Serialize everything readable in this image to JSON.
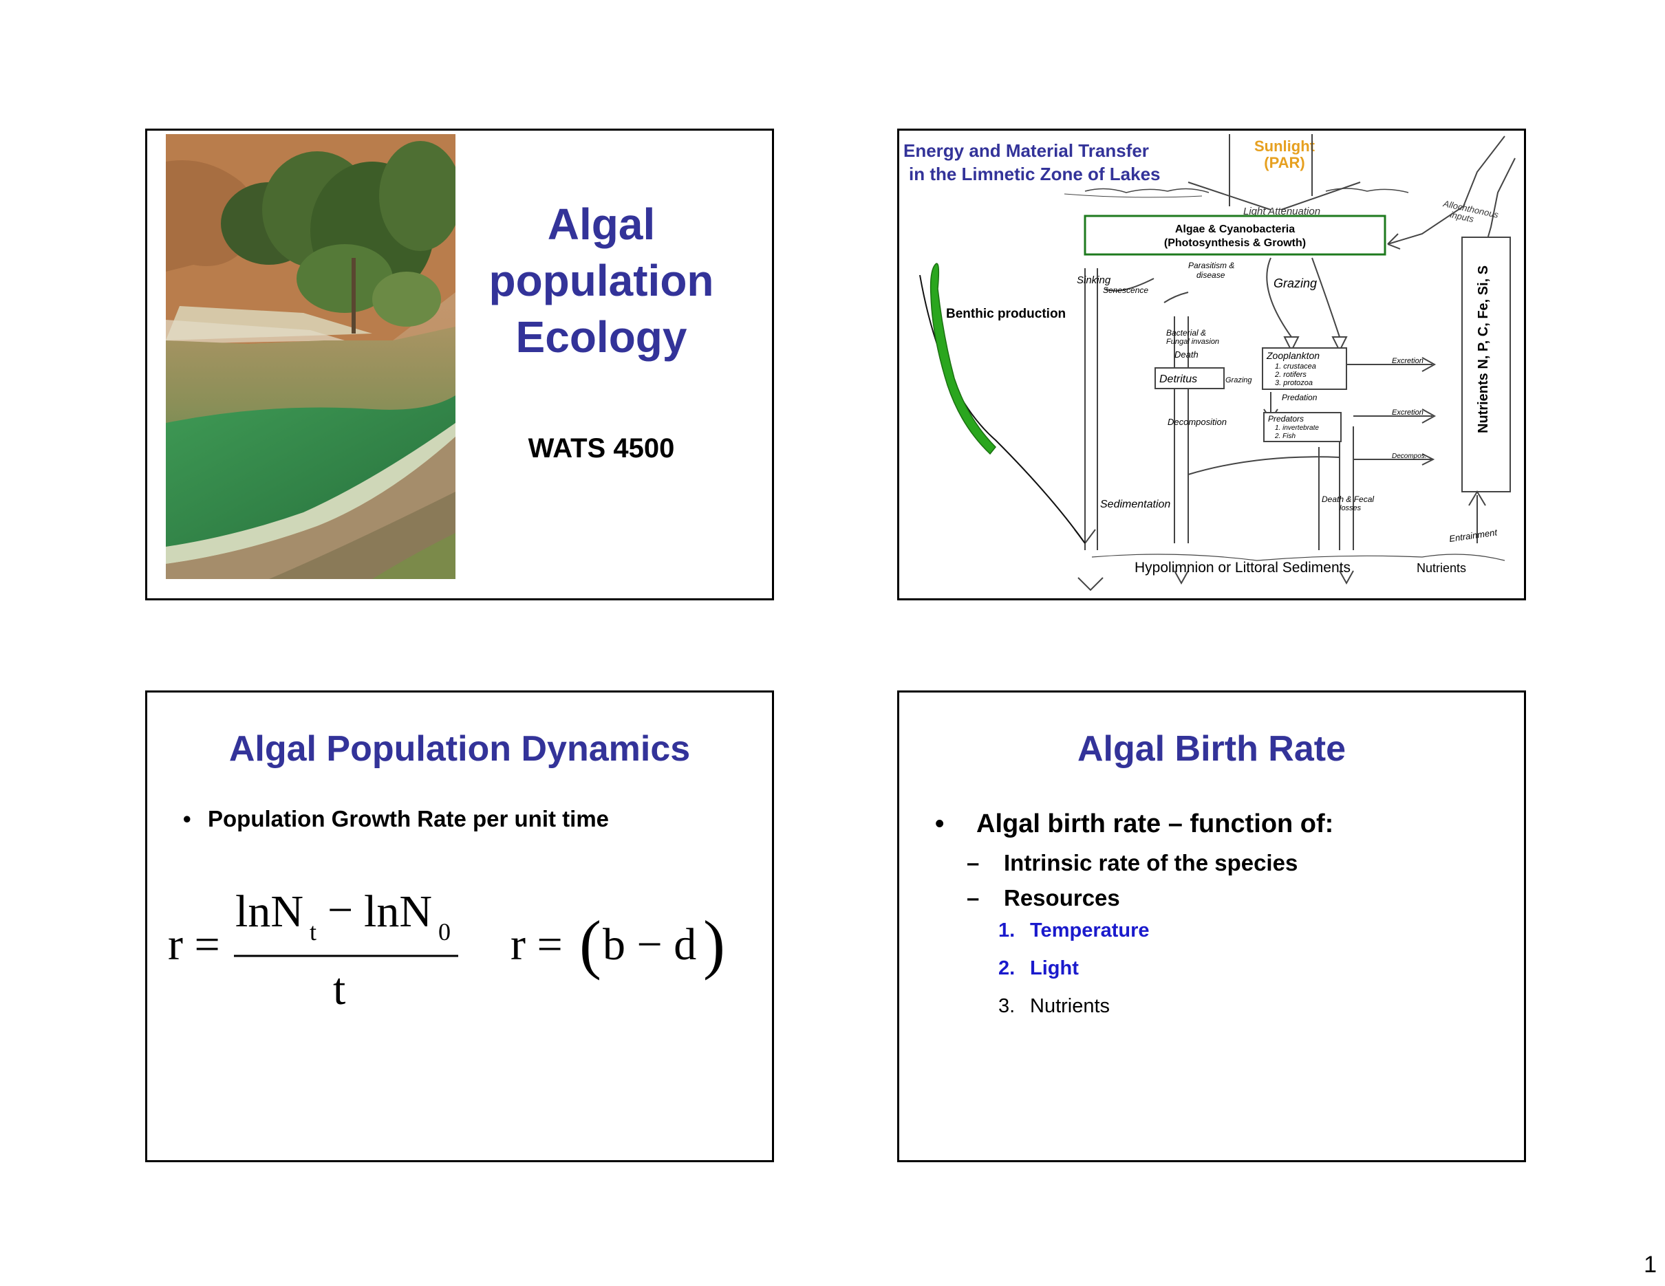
{
  "page_number": "1",
  "slide1": {
    "title_lines": [
      "Algal",
      "population",
      "Ecology"
    ],
    "course": "WATS 4500"
  },
  "slide2": {
    "title_line1": "Energy and Material Transfer",
    "title_line2": "in the Limnetic Zone of Lakes",
    "sunlight_line1": "Sunlight",
    "sunlight_line2": "(PAR)",
    "light_attenuation": "Light Attenuation",
    "allochthonous": "Allochthonous",
    "inputs": "inputs",
    "algae_box_line1": "Algae  &  Cyanobacteria",
    "algae_box_line2": "(Photosynthesis & Growth)",
    "sinking": "Sinking",
    "senescence": "Senescence",
    "parasitism_line1": "Parasitism &",
    "parasitism_line2": "disease",
    "grazing": "Grazing",
    "benthic": "Benthic production",
    "bacterial_line1": "Bacterial &",
    "bacterial_line2": "Fungal invasion",
    "death": "Death",
    "detritus": "Detritus",
    "grazing_small": "Grazing",
    "zooplankton": "Zooplankton",
    "zoo_items": [
      "1. crustacea",
      "2. rotifers",
      "3. protozoa"
    ],
    "predation": "Predation",
    "excretion1": "Excretion",
    "excretion2": "Excretion",
    "decomposition": "Decomposition",
    "predators": "Predators",
    "pred_items": [
      "1. invertebrate",
      "2. Fish"
    ],
    "decompos": "Decompos.",
    "sedimentation": "Sedimentation",
    "death_fecal_line1": "Death & Fecal",
    "death_fecal_line2": "losses",
    "entrainment": "Entrainment",
    "nutrients_vertical": "Nutrients   N, P, C, Fe, Si, S",
    "bottom_label": "Hypolimnion or Littoral Sediments",
    "nutrients_bottom": "Nutrients"
  },
  "slide3": {
    "title": "Algal Population Dynamics",
    "bullet": "Population Growth Rate per unit time",
    "eq1": {
      "lhs": "r =",
      "ln": "lnN",
      "t_sub": "t",
      "minus": "−",
      "zero_sub": "0",
      "den": "t"
    },
    "eq2": {
      "r": "r =",
      "open": "(",
      "body": "b − d",
      "close": ")"
    }
  },
  "slide4": {
    "title": "Algal Birth Rate",
    "bullet": "Algal birth rate – function of:",
    "sub1": "Intrinsic rate of the species",
    "sub2": "Resources",
    "items": [
      "Temperature",
      "Light",
      "Nutrients"
    ],
    "nums": [
      "1.",
      "2.",
      "3."
    ],
    "highlight_color": "#1a1acc"
  },
  "colors": {
    "navy": "#333399",
    "sunlight": "#e6a020",
    "algae_green": "#2aa61e",
    "box_green": "#1e7a1e"
  }
}
